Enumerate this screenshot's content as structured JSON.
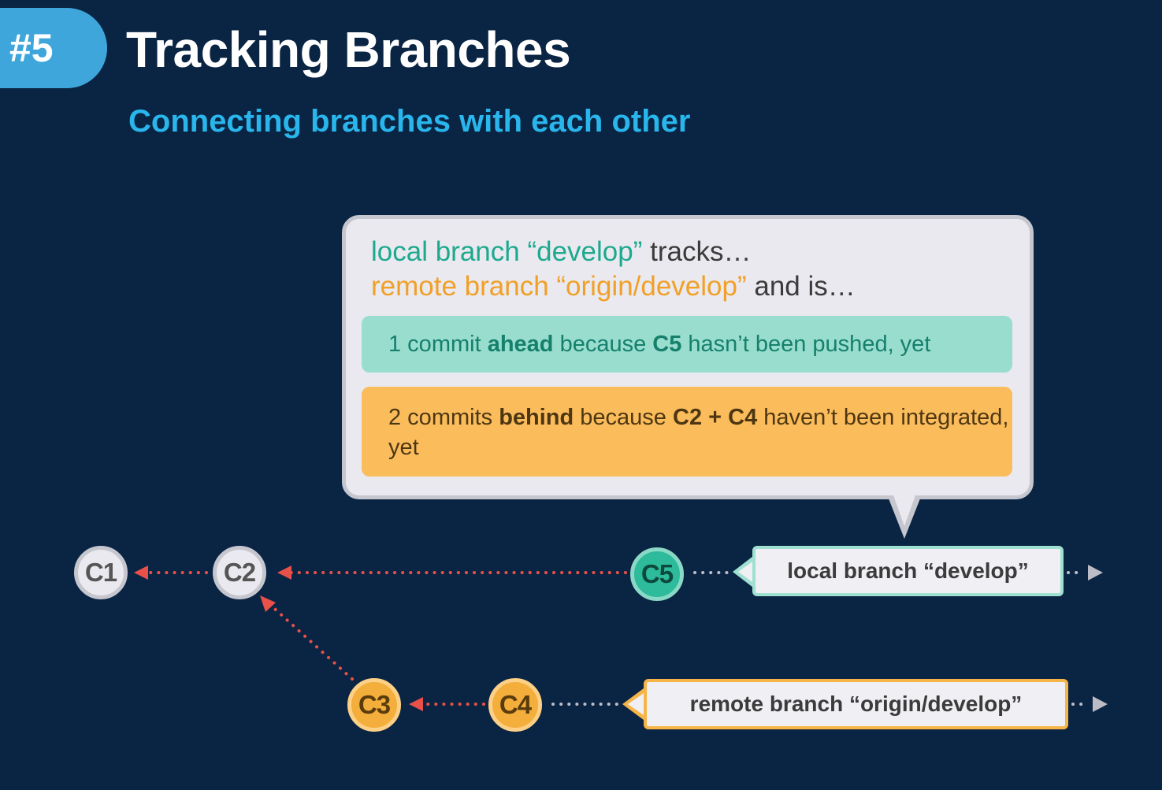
{
  "header": {
    "badge": "#5",
    "title": "Tracking Branches",
    "subtitle": "Connecting branches with each other"
  },
  "callout": {
    "line1_local": "local branch “develop”",
    "line1_rest": " tracks…",
    "line2_remote": "remote branch “origin/develop”",
    "line2_rest": " and is…",
    "ahead": {
      "p1": "1 commit ",
      "b1": "ahead",
      "p2": " because ",
      "b2": "C5",
      "p3": " hasn’t been pushed, yet"
    },
    "behind": {
      "p1": "2 commits ",
      "b1": "behind",
      "p2": " because ",
      "b2": "C2 + C4",
      "p3": " haven’t been integrated, yet"
    }
  },
  "commits": {
    "c1": "C1",
    "c2": "C2",
    "c3": "C3",
    "c4": "C4",
    "c5": "C5"
  },
  "branches": {
    "local": "local branch “develop”",
    "remote": "remote branch “origin/develop”"
  },
  "colors": {
    "background": "#0a2443",
    "local": "#1ea98f",
    "remote": "#f1a027",
    "arrow": "#e8514a"
  }
}
